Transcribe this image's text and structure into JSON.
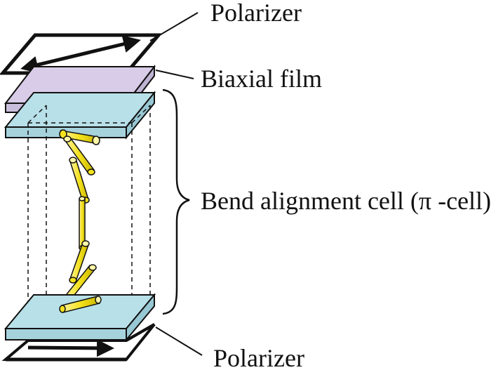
{
  "labels": {
    "polarizer_top": "Polarizer",
    "biaxial_film": "Biaxial film",
    "cell": "Bend alignment cell (π -cell)",
    "polarizer_bottom": "Polarizer"
  },
  "colors": {
    "polarizer_fill": "#ffffff",
    "film_fill": "#d8cce8",
    "film_side": "#c9bedb",
    "substrate_fill": "#b8e0e8",
    "substrate_side": "#a6d2dc",
    "lc_fill": "#f2e21a",
    "lc_cap": "#fff7a8",
    "outline": "#111111"
  }
}
